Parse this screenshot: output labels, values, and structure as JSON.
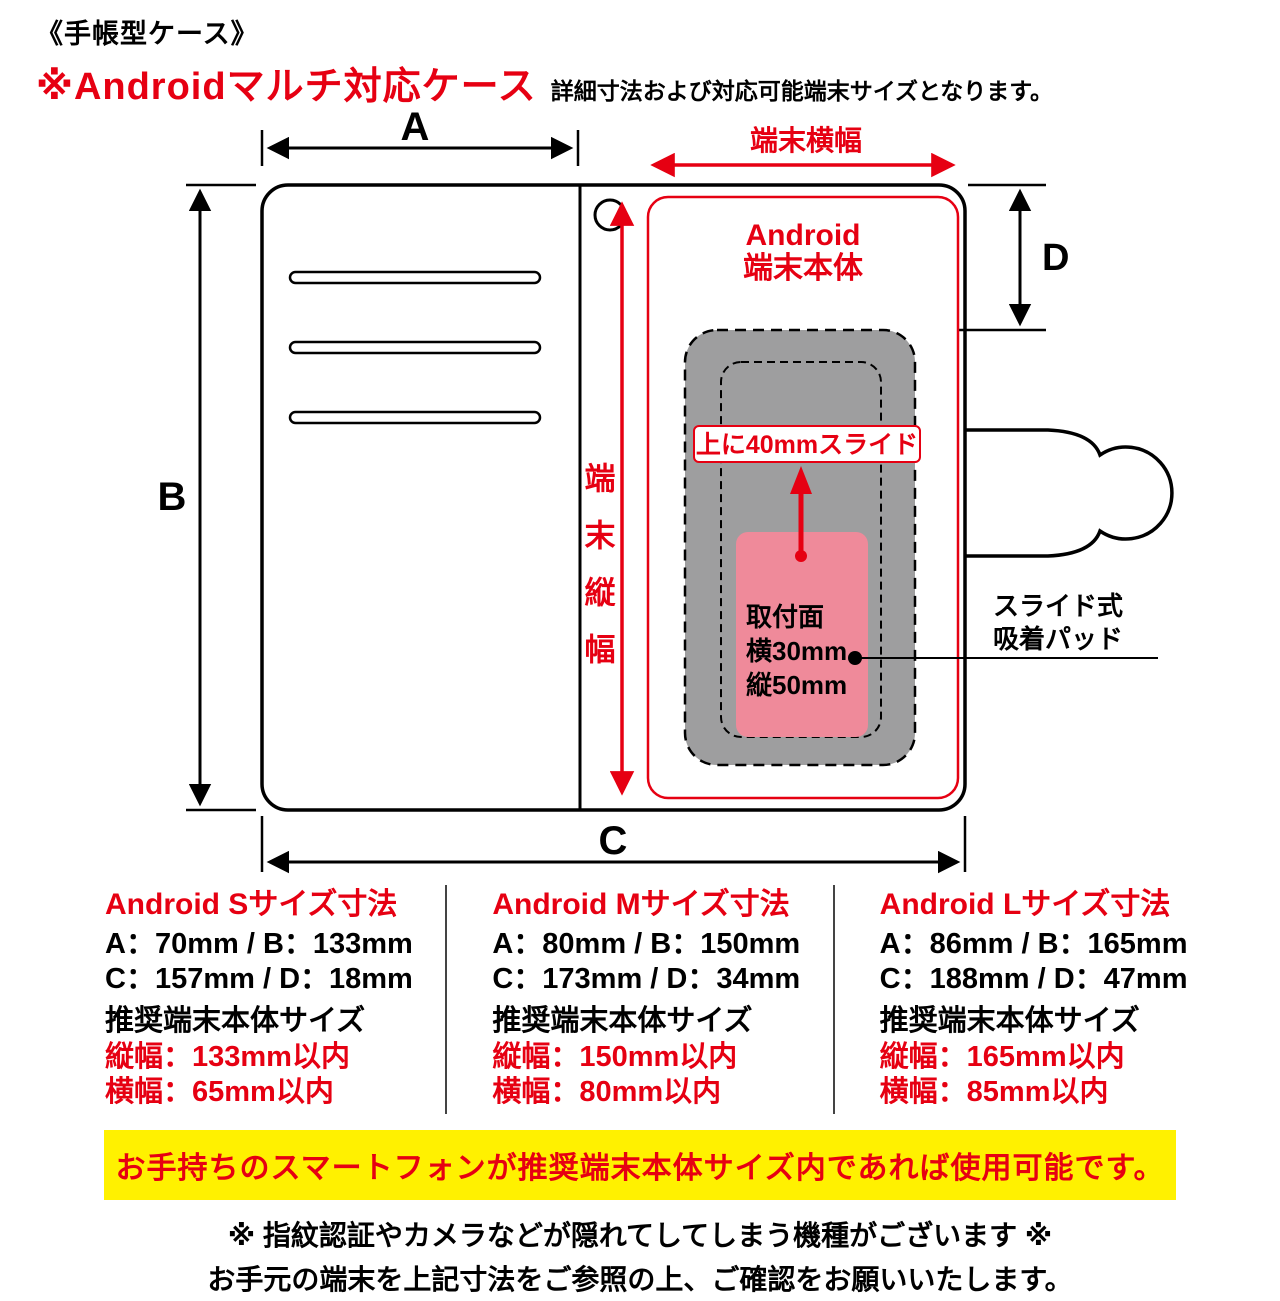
{
  "colors": {
    "red": "#e60012",
    "pink": "#ef8a9a",
    "gray": "#9e9e9f",
    "yellow": "#fff100"
  },
  "header": {
    "case_type": "《手帳型ケース》",
    "title": "※Androidマルチ対応ケース",
    "subtitle": "詳細寸法および対応可能端末サイズとなります。"
  },
  "diagram": {
    "dim_a": "A",
    "dim_b": "B",
    "dim_c": "C",
    "dim_d": "D",
    "device_width": "端末横幅",
    "device_height": "端末縦幅",
    "device_body_line1": "Android",
    "device_body_line2": "端末本体",
    "slide_note": "上に40mmスライド",
    "pad_line1": "取付面",
    "pad_line2": "横30mm",
    "pad_line3": "縦50mm",
    "suction_line1": "スライド式",
    "suction_line2": "吸着パッド"
  },
  "sizes": [
    {
      "title": "Android Sサイズ寸法",
      "dims1": "A：70mm / B：133mm",
      "dims2": "C：157mm / D：18mm",
      "recommend": "推奨端末本体サイズ",
      "height_limit": "縦幅：133mm以内",
      "width_limit": "横幅：65mm以内"
    },
    {
      "title": "Android Mサイズ寸法",
      "dims1": "A：80mm / B：150mm",
      "dims2": "C：173mm / D：34mm",
      "recommend": "推奨端末本体サイズ",
      "height_limit": "縦幅：150mm以内",
      "width_limit": "横幅：80mm以内"
    },
    {
      "title": "Android Lサイズ寸法",
      "dims1": "A：86mm / B：165mm",
      "dims2": "C：188mm / D：47mm",
      "recommend": "推奨端末本体サイズ",
      "height_limit": "縦幅：165mm以内",
      "width_limit": "横幅：85mm以内"
    }
  ],
  "banner": "お手持ちのスマートフォンが推奨端末本体サイズ内であれば使用可能です。",
  "notes": {
    "line1": "※ 指紋認証やカメラなどが隠れてしてしまう機種がございます ※",
    "line2": "お手元の端末を上記寸法をご参照の上、ご確認をお願いいたします。"
  }
}
